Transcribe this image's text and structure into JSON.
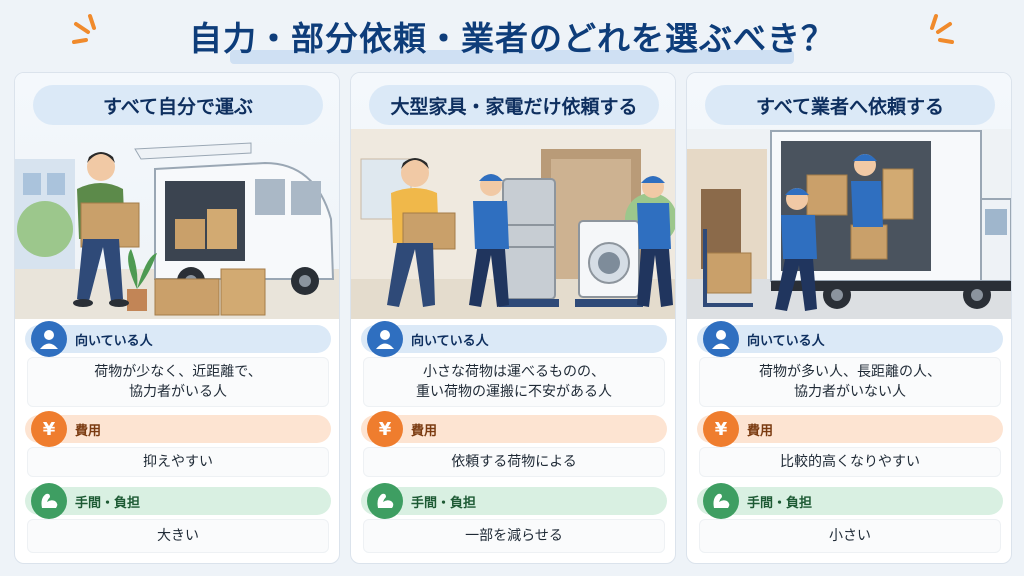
{
  "title": "自力・部分依頼・業者のどれを選ぶべき？",
  "cards": [
    {
      "title": "すべて自分で運ぶ",
      "who_label": "向いている人",
      "who_line1": "荷物が少なく、近距離で、",
      "who_line2": "協力者がいる人",
      "cost_label": "費用",
      "cost_text": "抑えやすい",
      "effort_label": "手間・負担",
      "effort_text": "大きい"
    },
    {
      "title": "大型家具・家電だけ依頼する",
      "who_label": "向いている人",
      "who_line1": "小さな荷物は運べるものの、",
      "who_line2": "重い荷物の運搬に不安がある人",
      "cost_label": "費用",
      "cost_text": "依頼する荷物による",
      "effort_label": "手間・負担",
      "effort_text": "一部を減らせる"
    },
    {
      "title": "すべて業者へ依頼する",
      "who_label": "向いている人",
      "who_line1": "荷物が多い人、長距離の人、",
      "who_line2": "協力者がいない人",
      "cost_label": "費用",
      "cost_text": "比較的高くなりやすい",
      "effort_label": "手間・負担",
      "effort_text": "小さい"
    }
  ],
  "icons": {
    "who": "person-icon",
    "cost": "yen-icon",
    "effort": "muscle-icon"
  },
  "badge_glyphs": {
    "cost": "¥"
  },
  "colors": {
    "title": "#0e3d7a",
    "blue": "#2f6fc0",
    "orange": "#ef7d2e",
    "green": "#3e9e62"
  }
}
